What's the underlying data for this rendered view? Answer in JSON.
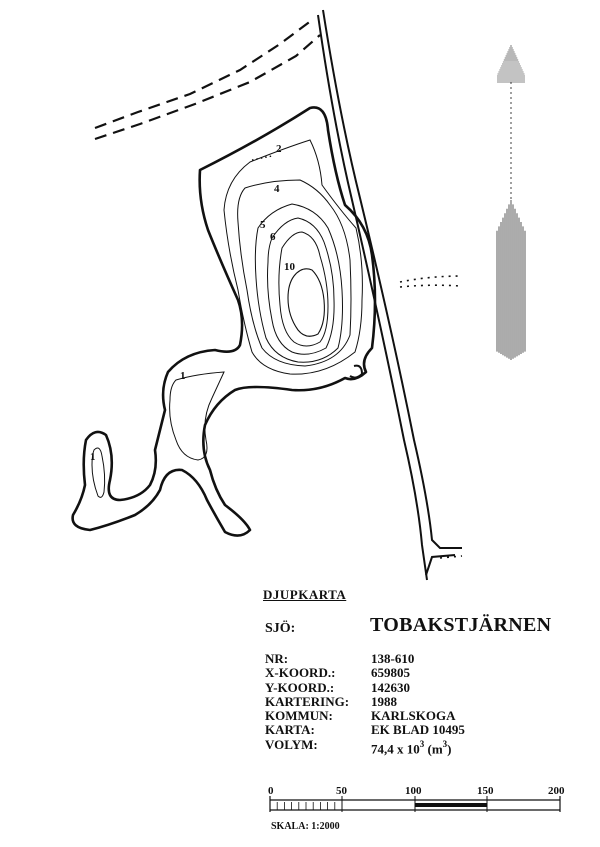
{
  "heading": "DJUPKARTA",
  "lake": {
    "label": "SJÖ:",
    "name": "TOBAKSTJÄRNEN"
  },
  "info": [
    {
      "key": "NR:",
      "value": "138-610"
    },
    {
      "key": "X-KOORD.:",
      "value": "659805"
    },
    {
      "key": "Y-KOORD.:",
      "value": "142630"
    },
    {
      "key": "KARTERING:",
      "value": "1988"
    },
    {
      "key": "KOMMUN:",
      "value": "KARLSKOGA"
    },
    {
      "key": "KARTA:",
      "value": "EK BLAD 10495"
    }
  ],
  "volume": {
    "key": "VOLYM:",
    "number": "74,4 x 10",
    "exponent": "3",
    "unit_open": " (m",
    "unit_exponent": "3",
    "unit_close": ")"
  },
  "scale": {
    "ticks": [
      "0",
      "50",
      "100",
      "150",
      "200"
    ],
    "text": "SKALA: 1:2000"
  },
  "contours": {
    "depth_1_main": "1",
    "depth_1_bay": "1",
    "depth_2": "2",
    "depth_4": "4",
    "depth_5": "5",
    "depth_6": "6",
    "depth_10": "10"
  },
  "colors": {
    "ink": "#111111",
    "paper": "#ffffff"
  },
  "icons": {
    "north_arrow": "north-arrow-icon"
  }
}
